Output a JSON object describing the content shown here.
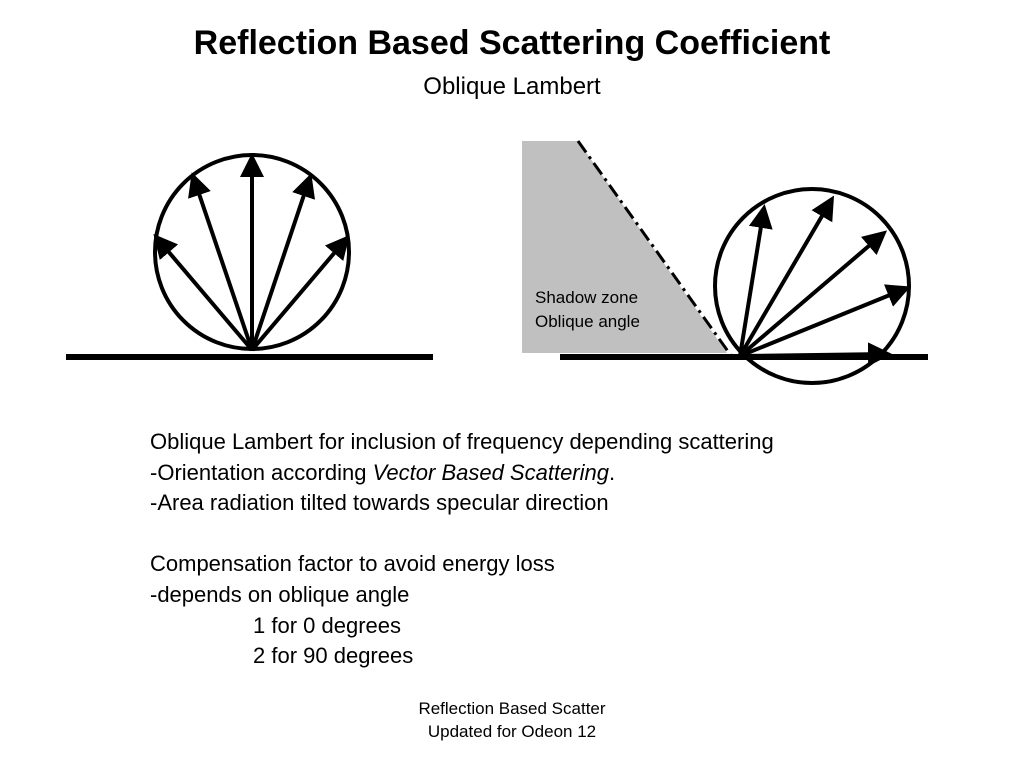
{
  "slide": {
    "title": "Reflection Based Scattering Coefficient",
    "subtitle": "Oblique Lambert"
  },
  "diagram": {
    "shadow_label_1": "Shadow zone",
    "shadow_label_2": "Oblique angle",
    "colors": {
      "shadow_fill": "#c0c0c0",
      "stroke": "#000000"
    }
  },
  "body": {
    "line1": "Oblique Lambert for inclusion of frequency depending scattering",
    "line2_prefix": "-Orientation according ",
    "line2_italic": "Vector Based Scattering",
    "line2_suffix": ".",
    "line3": "-Area radiation tilted towards specular direction",
    "line4": "Compensation factor to avoid energy loss",
    "line5": "-depends on oblique angle",
    "line6": "1 for 0 degrees",
    "line7": "2 for 90 degrees"
  },
  "footer": {
    "line1": "Reflection Based Scatter",
    "line2": "Updated for Odeon 12"
  }
}
